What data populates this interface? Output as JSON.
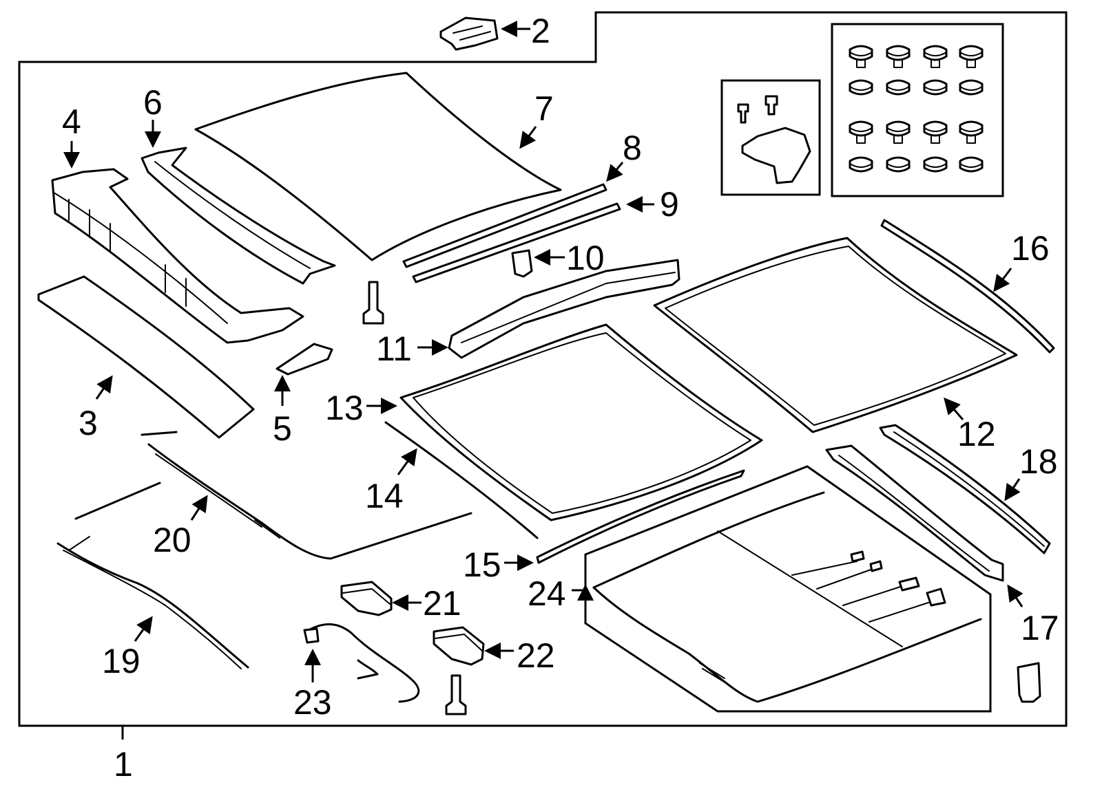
{
  "callouts": {
    "c1": "1",
    "c2": "2",
    "c3": "3",
    "c4": "4",
    "c5": "5",
    "c6": "6",
    "c7": "7",
    "c8": "8",
    "c9": "9",
    "c10": "10",
    "c11": "11",
    "c12": "12",
    "c13": "13",
    "c14": "14",
    "c15": "15",
    "c16": "16",
    "c17": "17",
    "c18": "18",
    "c19": "19",
    "c20": "20",
    "c21": "21",
    "c22": "22",
    "c23": "23",
    "c24": "24"
  },
  "colors": {
    "ink": "#000000",
    "paper": "#ffffff"
  }
}
